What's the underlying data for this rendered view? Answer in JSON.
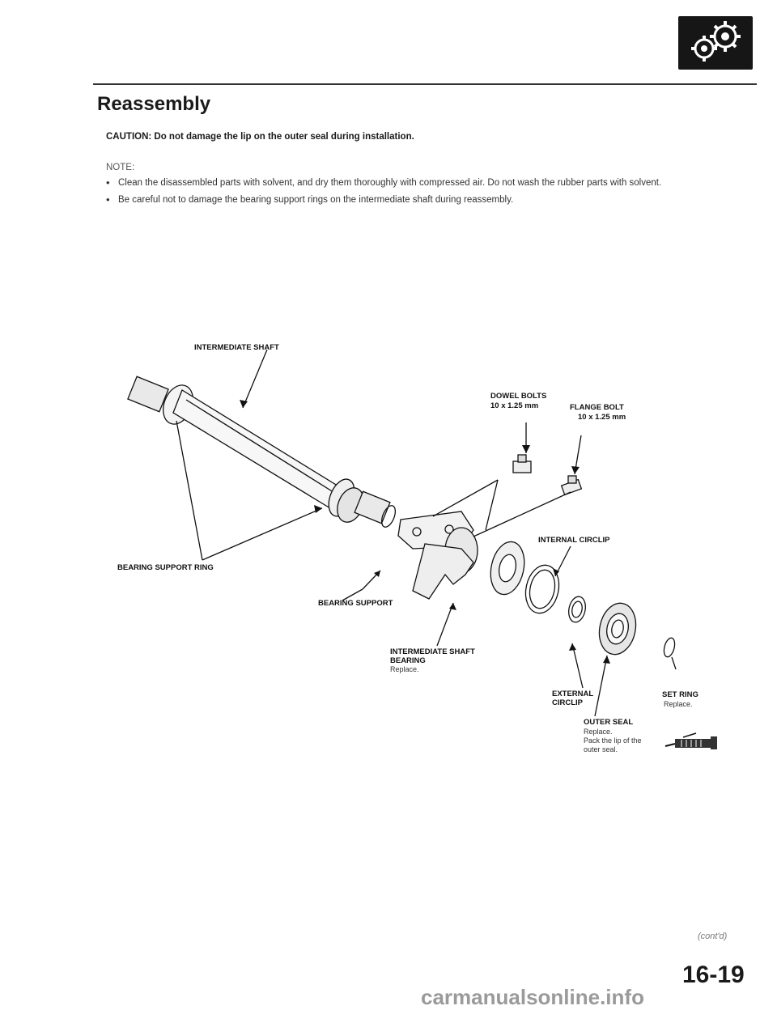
{
  "heading": "Reassembly",
  "caution": "CAUTION: Do not damage the lip on the outer seal during installation.",
  "note_label": "NOTE:",
  "notes": [
    "Clean the disassembled parts with solvent, and dry them thoroughly with compressed air. Do not wash the rubber parts with solvent.",
    "Be careful not to damage the bearing support rings on the intermediate shaft during reassembly."
  ],
  "labels": {
    "intermediate_shaft": "INTERMEDIATE SHAFT",
    "dowel_bolts": "DOWEL BOLTS",
    "dowel_bolts_size": "10 x 1.25 mm",
    "flange_bolt": "FLANGE BOLT",
    "flange_bolt_size": "10 x 1.25 mm",
    "internal_circlip": "INTERNAL CIRCLIP",
    "bearing_support_ring": "BEARING SUPPORT RING",
    "bearing_support": "BEARING SUPPORT",
    "intermediate_shaft_bearing_1": "INTERMEDIATE SHAFT",
    "intermediate_shaft_bearing_2": "BEARING",
    "intermediate_shaft_bearing_note": "Replace.",
    "external_circlip_1": "EXTERNAL",
    "external_circlip_2": "CIRCLIP",
    "set_ring": "SET RING",
    "set_ring_note": "Replace.",
    "outer_seal": "OUTER SEAL",
    "outer_seal_note_1": "Replace.",
    "outer_seal_note_2": "Pack the lip of the",
    "outer_seal_note_3": "outer seal."
  },
  "footer": {
    "contd": "(cont'd)",
    "page_number": "16-19",
    "watermark": "carmanualsonline.info"
  },
  "icons": {
    "logo": "gears-icon",
    "grease": "grease-tube-icon"
  }
}
